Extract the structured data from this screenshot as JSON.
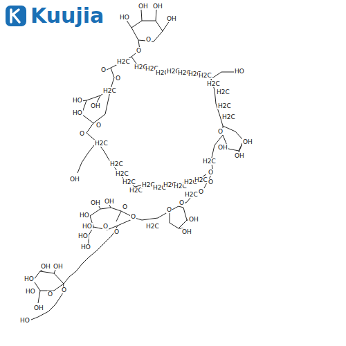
{
  "diagram": {
    "labels": [
      "Kuujia",
      "OH",
      "OH",
      "HO",
      "OH",
      "O",
      "O",
      "H2C",
      "O",
      "O",
      "H2C",
      "HO",
      "OH",
      "HO",
      "O",
      "O",
      "H2C",
      "OH",
      "H2C",
      "H2C",
      "H2C",
      "H2C",
      "H2C",
      "H2C",
      "H2C",
      "H2C",
      "H2C",
      "H2C",
      "H2C",
      "H2C",
      "H2C",
      "H2C",
      "H2C",
      "H2C",
      "H2C",
      "H2C",
      "H2C",
      "H2C",
      "H2C",
      "HO",
      "O",
      "OH",
      "OH",
      "OH",
      "O",
      "H2C",
      "O",
      "O",
      "H2C",
      "O",
      "O",
      "OH",
      "OH",
      "H2C",
      "O",
      "O",
      "OH",
      "OH",
      "HO",
      "HO",
      "O",
      "O",
      "HO",
      "HO",
      "OH",
      "OH",
      "HO",
      "HO",
      "O",
      "O",
      "OH",
      "HO"
    ]
  }
}
